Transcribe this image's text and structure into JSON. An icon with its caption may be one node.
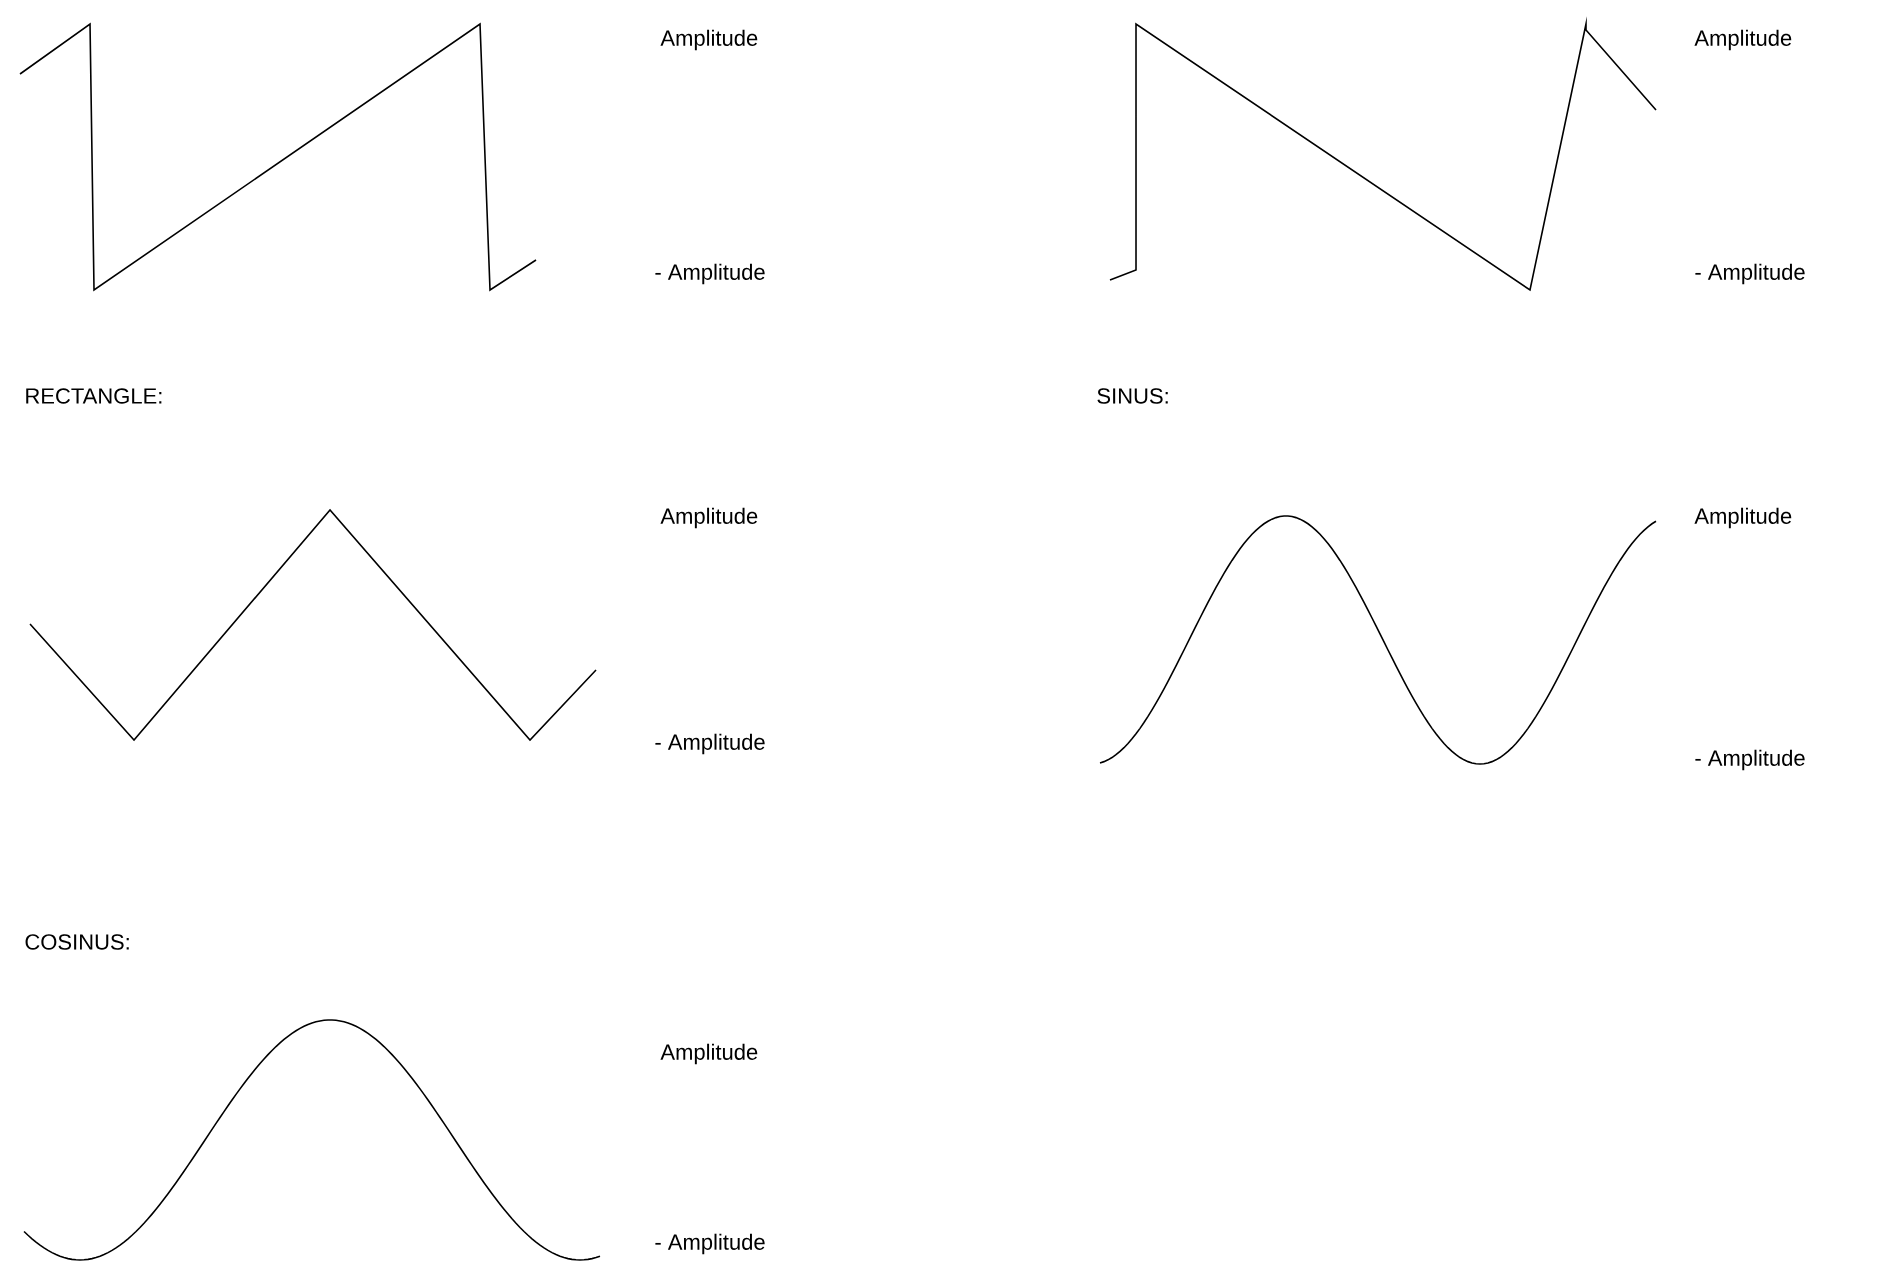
{
  "diagram": {
    "labels": [
      "Amplitude",
      "Amplitude",
      "- Amplitude",
      "- Amplitude",
      "RECTANGLE:",
      "SINUS:",
      "Amplitude",
      "Amplitude",
      "- Amplitude",
      "- Amplitude",
      "COSINUS:",
      "Amplitude",
      "- Amplitude"
    ]
  }
}
